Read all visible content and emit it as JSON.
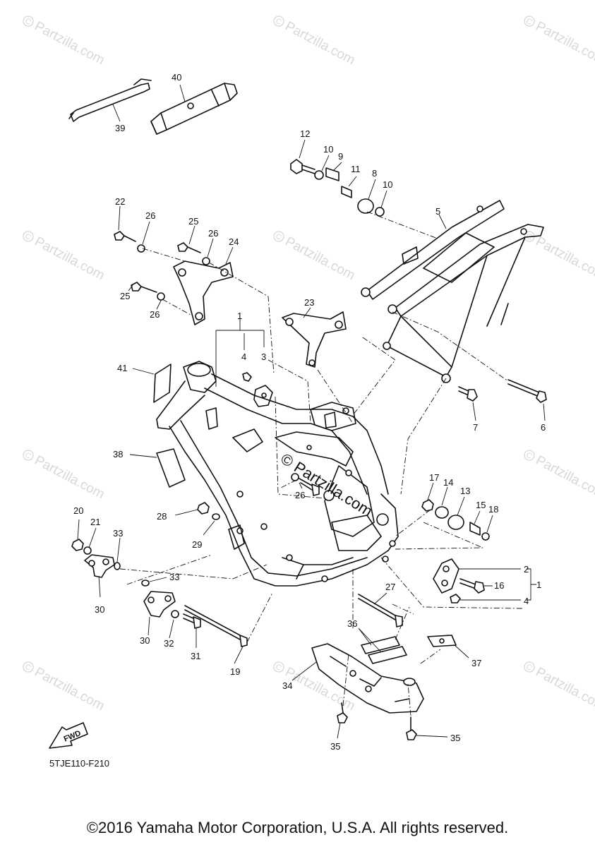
{
  "diagram": {
    "code": "5TJE110-F210",
    "copyright": "©2016 Yamaha Motor Corporation, U.S.A. All rights reserved.",
    "center_watermark": "© Partzilla.com",
    "fwd_label": "FWD",
    "callouts": {
      "c1a": "1",
      "c1b": "1",
      "c2": "2",
      "c3": "3",
      "c4a": "4",
      "c4b": "4",
      "c5": "5",
      "c6": "6",
      "c7": "7",
      "c8": "8",
      "c9": "9",
      "c10a": "10",
      "c10b": "10",
      "c11": "11",
      "c12": "12",
      "c13": "13",
      "c14": "14",
      "c15": "15",
      "c16": "16",
      "c17": "17",
      "c18": "18",
      "c19": "19",
      "c20": "20",
      "c21": "21",
      "c22": "22",
      "c23": "23",
      "c24": "24",
      "c25a": "25",
      "c25b": "25",
      "c26a": "26",
      "c26b": "26",
      "c26c": "26",
      "c26d": "26",
      "c27": "27",
      "c28": "28",
      "c29": "29",
      "c30a": "30",
      "c30b": "30",
      "c31": "31",
      "c32": "32",
      "c33a": "33",
      "c33b": "33",
      "c34": "34",
      "c35a": "35",
      "c35b": "35",
      "c36": "36",
      "c37": "37",
      "c38": "38",
      "c39": "39",
      "c40": "40",
      "c41": "41"
    }
  }
}
